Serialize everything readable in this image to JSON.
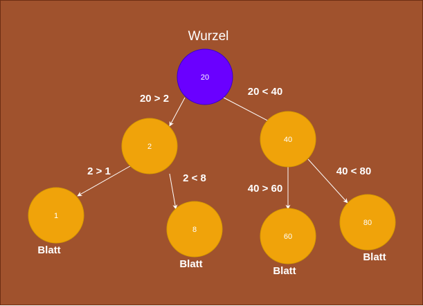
{
  "diagram": {
    "title": "Wurzel",
    "colors": {
      "background": "#a0522d",
      "root_fill": "#6a00ff",
      "node_fill": "#f0a30a",
      "edge": "#ffffff",
      "text": "#ffffff"
    },
    "nodes": [
      {
        "id": "n20",
        "label": "20",
        "role": "root"
      },
      {
        "id": "n2",
        "label": "2",
        "role": "inner"
      },
      {
        "id": "n40",
        "label": "40",
        "role": "inner"
      },
      {
        "id": "n1",
        "label": "1",
        "role": "leaf"
      },
      {
        "id": "n8",
        "label": "8",
        "role": "leaf"
      },
      {
        "id": "n60",
        "label": "60",
        "role": "leaf"
      },
      {
        "id": "n80",
        "label": "80",
        "role": "leaf"
      }
    ],
    "edges": [
      {
        "from": "n20",
        "to": "n2",
        "label": "20 > 2"
      },
      {
        "from": "n20",
        "to": "n40",
        "label": "20 < 40"
      },
      {
        "from": "n2",
        "to": "n1",
        "label": "2 > 1"
      },
      {
        "from": "n2",
        "to": "n8",
        "label": "2 < 8"
      },
      {
        "from": "n40",
        "to": "n60",
        "label": "40 > 60"
      },
      {
        "from": "n40",
        "to": "n80",
        "label": "40 < 80"
      }
    ],
    "leaf_labels": [
      "Blatt",
      "Blatt",
      "Blatt",
      "Blatt"
    ]
  }
}
